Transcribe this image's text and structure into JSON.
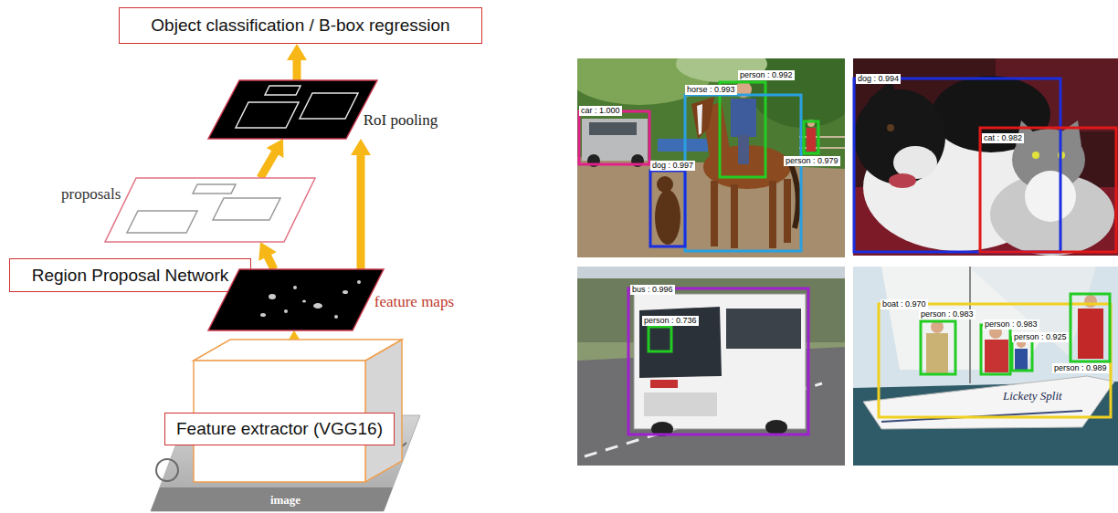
{
  "diagram": {
    "nodes": [
      {
        "text": [
          "Object classification / B-box regression"
        ]
      },
      {
        "text": [
          "RoI pooling"
        ]
      },
      {
        "text": [
          "proposals"
        ]
      },
      {
        "text": [
          "Region Proposal Network"
        ]
      },
      {
        "text": [
          "feature maps"
        ]
      },
      {
        "text": [
          "Feature extractor (VGG16)"
        ]
      },
      {
        "text": [
          "image"
        ]
      }
    ],
    "edges": [
      {
        "from": 1,
        "to": 0,
        "arrow": "to"
      },
      {
        "from": 2,
        "to": 1,
        "arrow": "to"
      },
      {
        "from": 4,
        "to": 2,
        "arrow": "to"
      },
      {
        "from": 4,
        "to": 1,
        "arrow": "to"
      },
      {
        "from": 5,
        "to": 4,
        "arrow": "to"
      }
    ],
    "labels": [
      "car : 1.000",
      "person : 0.992",
      "horse : 0.993",
      "dog : 0.997",
      "person : 0.979",
      "dog : 0.994",
      "cat : 0.982",
      "bus : 0.996",
      "person : 0.736",
      "boat : 0.970",
      "person : 0.983",
      "person : 0.983",
      "person : 0.925",
      "person : 0.989",
      "Lickety Split"
    ]
  }
}
